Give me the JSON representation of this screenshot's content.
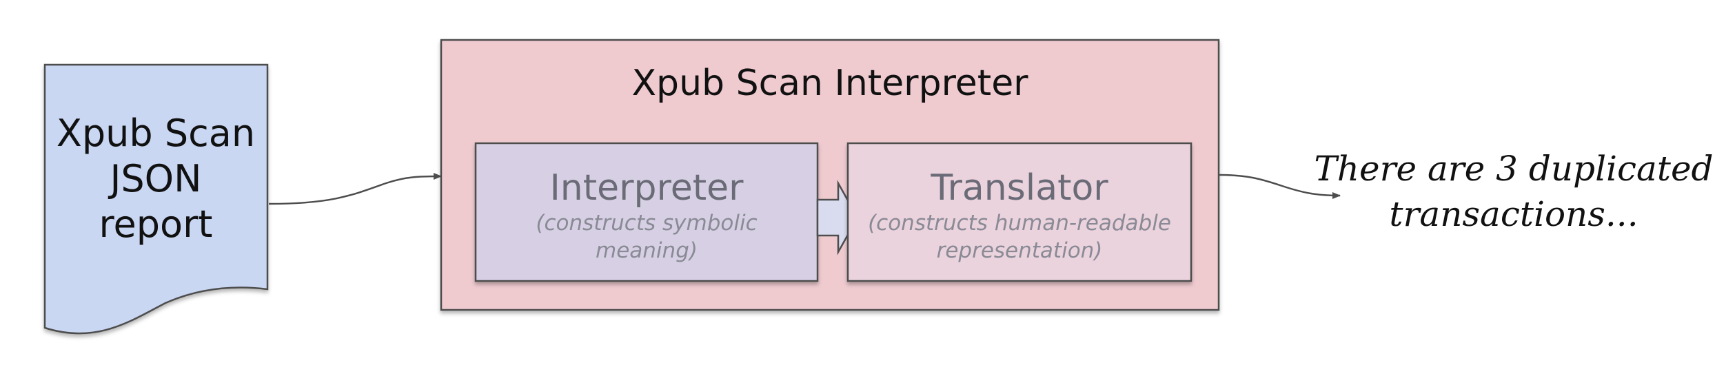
{
  "document": {
    "lines": [
      "Xpub Scan",
      "JSON",
      "report"
    ]
  },
  "outer_box": {
    "title": "Xpub Scan Interpreter"
  },
  "interpreter": {
    "title": "Interpreter",
    "subtitle_lines": [
      "(constructs symbolic",
      "meaning)"
    ]
  },
  "translator": {
    "title": "Translator",
    "subtitle_lines": [
      "(constructs human-readable",
      "representation)"
    ]
  },
  "output": {
    "lines": [
      "There are 3 duplicated",
      "transactions..."
    ]
  },
  "colors": {
    "document_fill": "#c9d7f3",
    "outer_fill": "#efcbd0",
    "interpreter_fill": "#d7d0e4",
    "translator_fill": "#ead3dc",
    "stroke": "#4d4d4d"
  }
}
